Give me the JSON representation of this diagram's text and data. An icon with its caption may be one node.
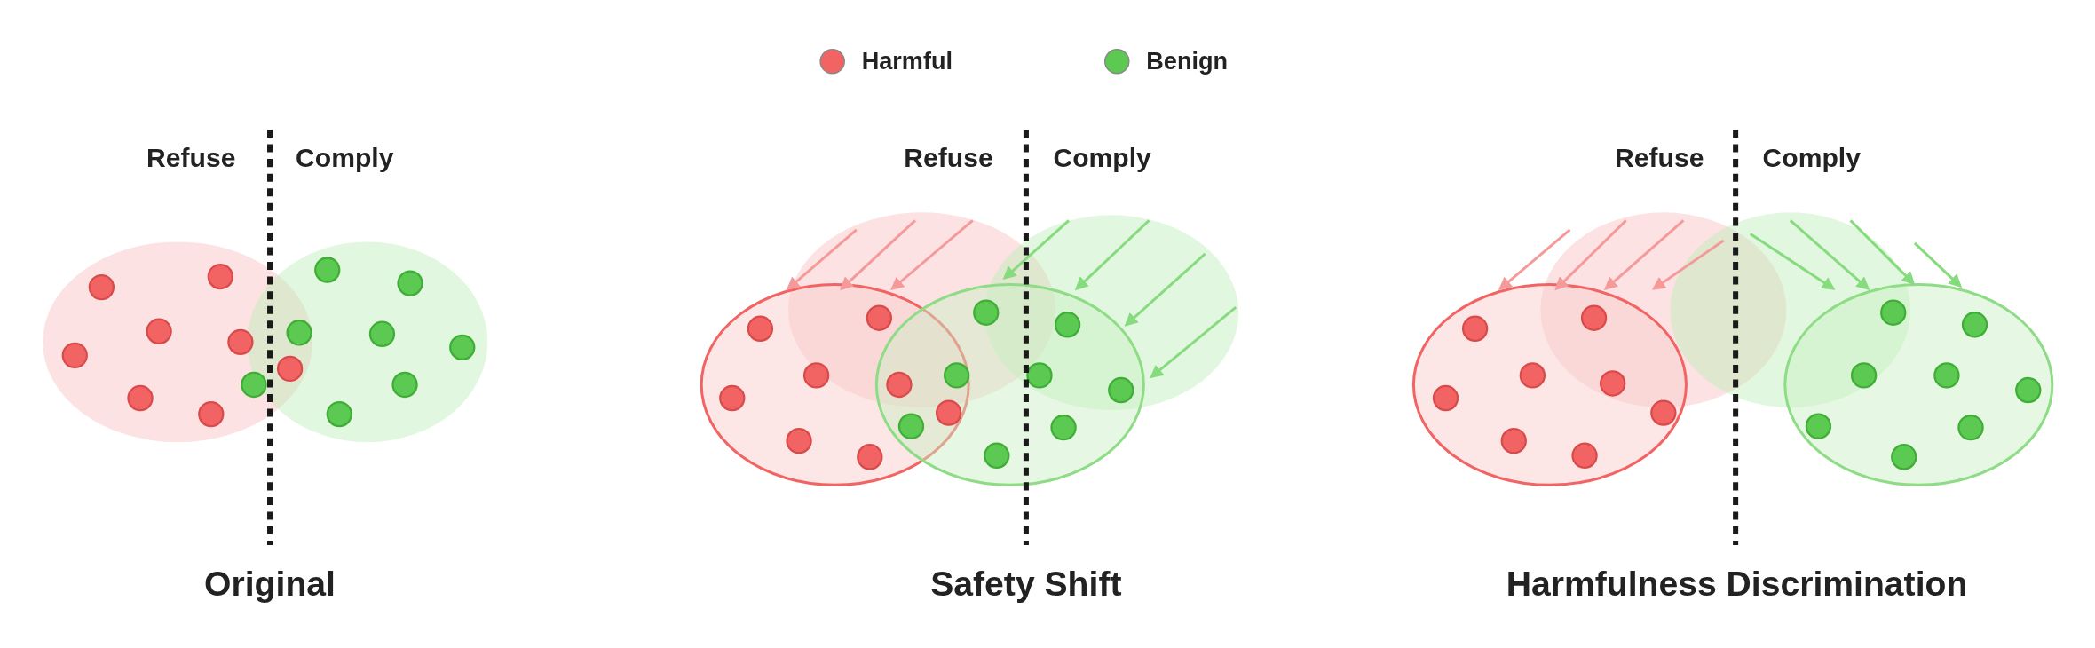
{
  "diagram": {
    "labels": [
      "Refuse",
      "Comply",
      "Refuse",
      "Comply",
      "Refuse",
      "Comply",
      "Original",
      "Safety Shift",
      "Harmfulness Discrimination"
    ],
    "legend": [
      {
        "text": "Harmful",
        "color": "#f26464"
      },
      {
        "text": "Benign",
        "color": "#5cc952"
      }
    ]
  }
}
